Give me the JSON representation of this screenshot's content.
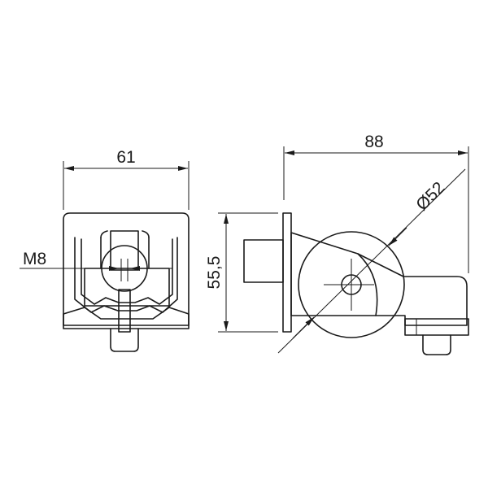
{
  "dimensions": {
    "width_front": "61",
    "thread": "M8",
    "height_side": "55,5",
    "length_side": "88",
    "diameter": "Ø52"
  },
  "colors": {
    "line": "#1a1a1a",
    "background": "#ffffff"
  }
}
